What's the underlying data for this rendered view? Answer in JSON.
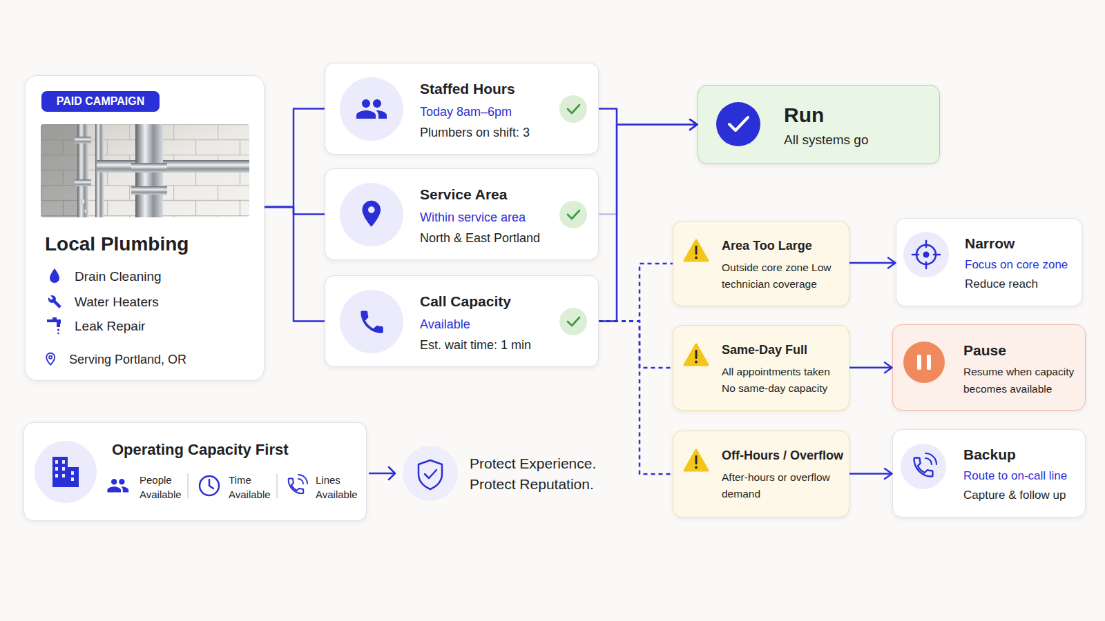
{
  "diagram": {
    "nodes": [
      {
        "text": [
          "Local Plumbing",
          "Drain Cleaning",
          "Water Heaters",
          "Leak Repair",
          "Serving Portland, OR"
        ]
      },
      {
        "text": [
          "PAID CAMPAIGN"
        ],
        "in": 0
      },
      {
        "text": [
          "Staffed Hours",
          "Today 8am–6pm",
          "Plumbers on shift: 3"
        ]
      },
      {
        "text": [
          "Service Area",
          "Within service area",
          "North & East Portland"
        ]
      },
      {
        "text": [
          "Call Capacity",
          "Available",
          "Est. wait time: 1 min"
        ]
      },
      {
        "text": [
          "Run",
          "All systems go"
        ]
      },
      {
        "text": [
          "Area Too Large",
          "Outside core zone Low technician coverage"
        ]
      },
      {
        "text": [
          "Narrow",
          "Focus on core zone",
          "Reduce reach"
        ]
      },
      {
        "text": [
          "Same-Day Full",
          "All appointments taken No same-day capacity"
        ]
      },
      {
        "text": [
          "Pause",
          "Resume when capacity becomes available"
        ]
      },
      {
        "text": [
          "Off-Hours / Overflow",
          "After-hours or overflow demand"
        ]
      },
      {
        "text": [
          "Backup",
          "Route to on-call line",
          "Capture & follow up"
        ]
      },
      {
        "text": [
          "Operating Capacity First",
          "People Available",
          "Time Available",
          "Lines Available"
        ]
      }
    ],
    "edges": [
      {
        "from": 0,
        "to": 2,
        "arrow": "none"
      },
      {
        "from": 0,
        "to": 3,
        "arrow": "none"
      },
      {
        "from": 0,
        "to": 4,
        "arrow": "none"
      },
      {
        "from": 2,
        "to": 5,
        "arrow": "to"
      },
      {
        "from": 3,
        "to": 5,
        "arrow": "to"
      },
      {
        "from": 4,
        "to": 5,
        "arrow": "to"
      },
      {
        "from": 4,
        "to": 6,
        "arrow": "none"
      },
      {
        "from": 4,
        "to": 8,
        "arrow": "none"
      },
      {
        "from": 4,
        "to": 10,
        "arrow": "none"
      },
      {
        "from": 6,
        "to": 7,
        "arrow": "to"
      },
      {
        "from": 8,
        "to": 9,
        "arrow": "to"
      },
      {
        "from": 10,
        "to": 11,
        "arrow": "to"
      }
    ],
    "labels": [
      "Protect Experience. Protect Reputation."
    ]
  }
}
